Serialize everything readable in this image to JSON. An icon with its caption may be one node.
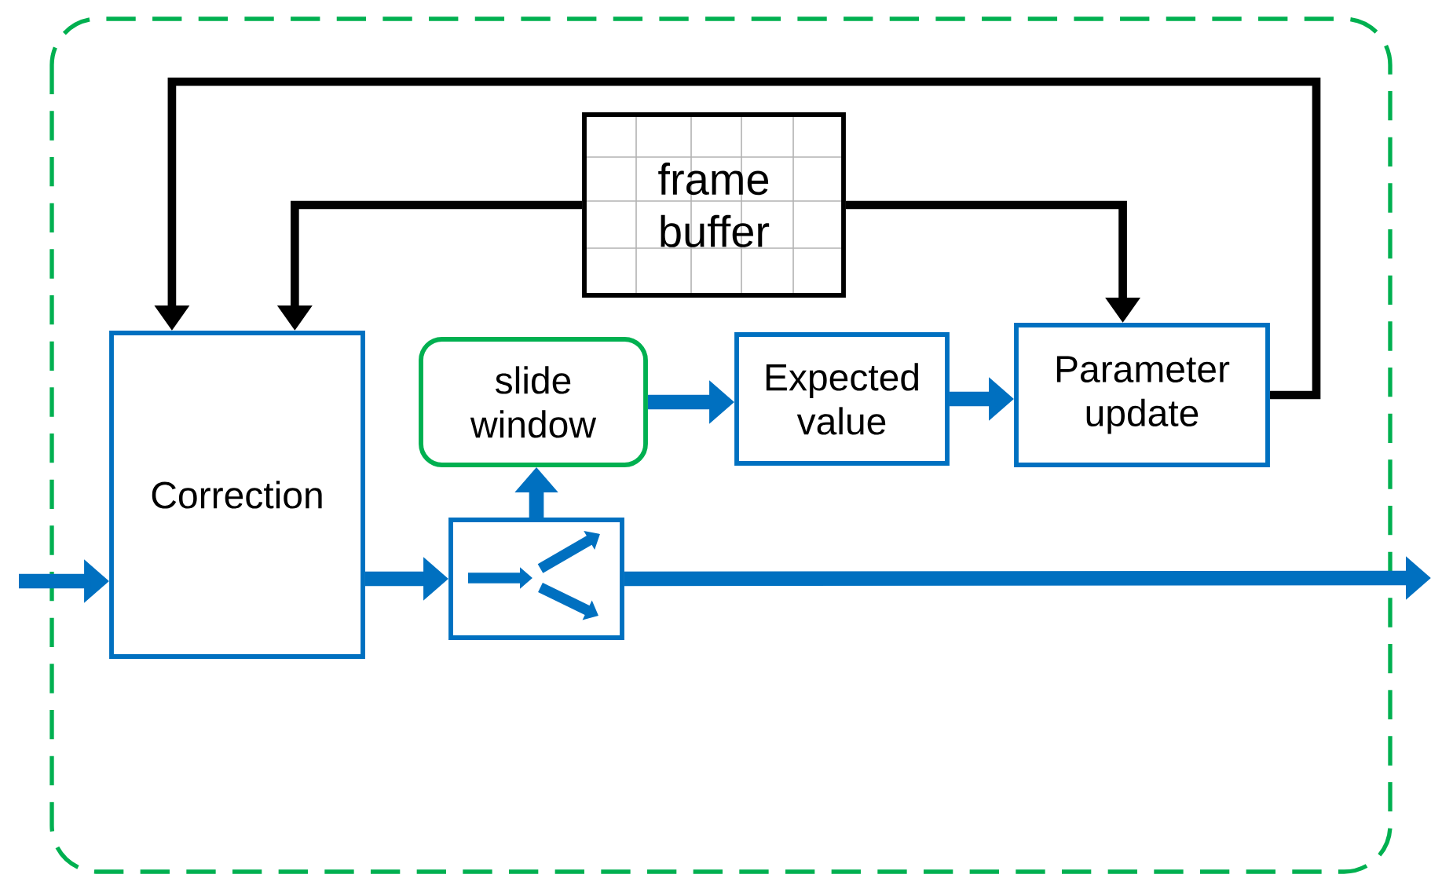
{
  "diagram": {
    "nodes": [
      {
        "text": [
          "Correction"
        ]
      },
      {
        "text": [
          "frame buffer"
        ]
      },
      {
        "text": [
          "slide window"
        ]
      },
      {
        "text": [
          "Expected value"
        ]
      },
      {
        "text": [
          "Parameter update"
        ]
      },
      {
        "text": [],
        "shape": "box"
      }
    ],
    "edges": [
      {
        "from": null,
        "to": 0,
        "arrow": "to"
      },
      {
        "from": 0,
        "to": 5,
        "arrow": "to"
      },
      {
        "from": 5,
        "to": 2,
        "arrow": "to"
      },
      {
        "from": 2,
        "to": 3,
        "arrow": "to"
      },
      {
        "from": 3,
        "to": 4,
        "arrow": "to"
      },
      {
        "from": 5,
        "to": null,
        "arrow": "to"
      },
      {
        "from": 1,
        "to": 0,
        "arrow": "to",
        "color": "#000000"
      },
      {
        "from": 1,
        "to": 4,
        "arrow": "to",
        "color": "#000000"
      },
      {
        "from": 4,
        "to": 0,
        "arrow": "to",
        "color": "#000000"
      }
    ]
  }
}
